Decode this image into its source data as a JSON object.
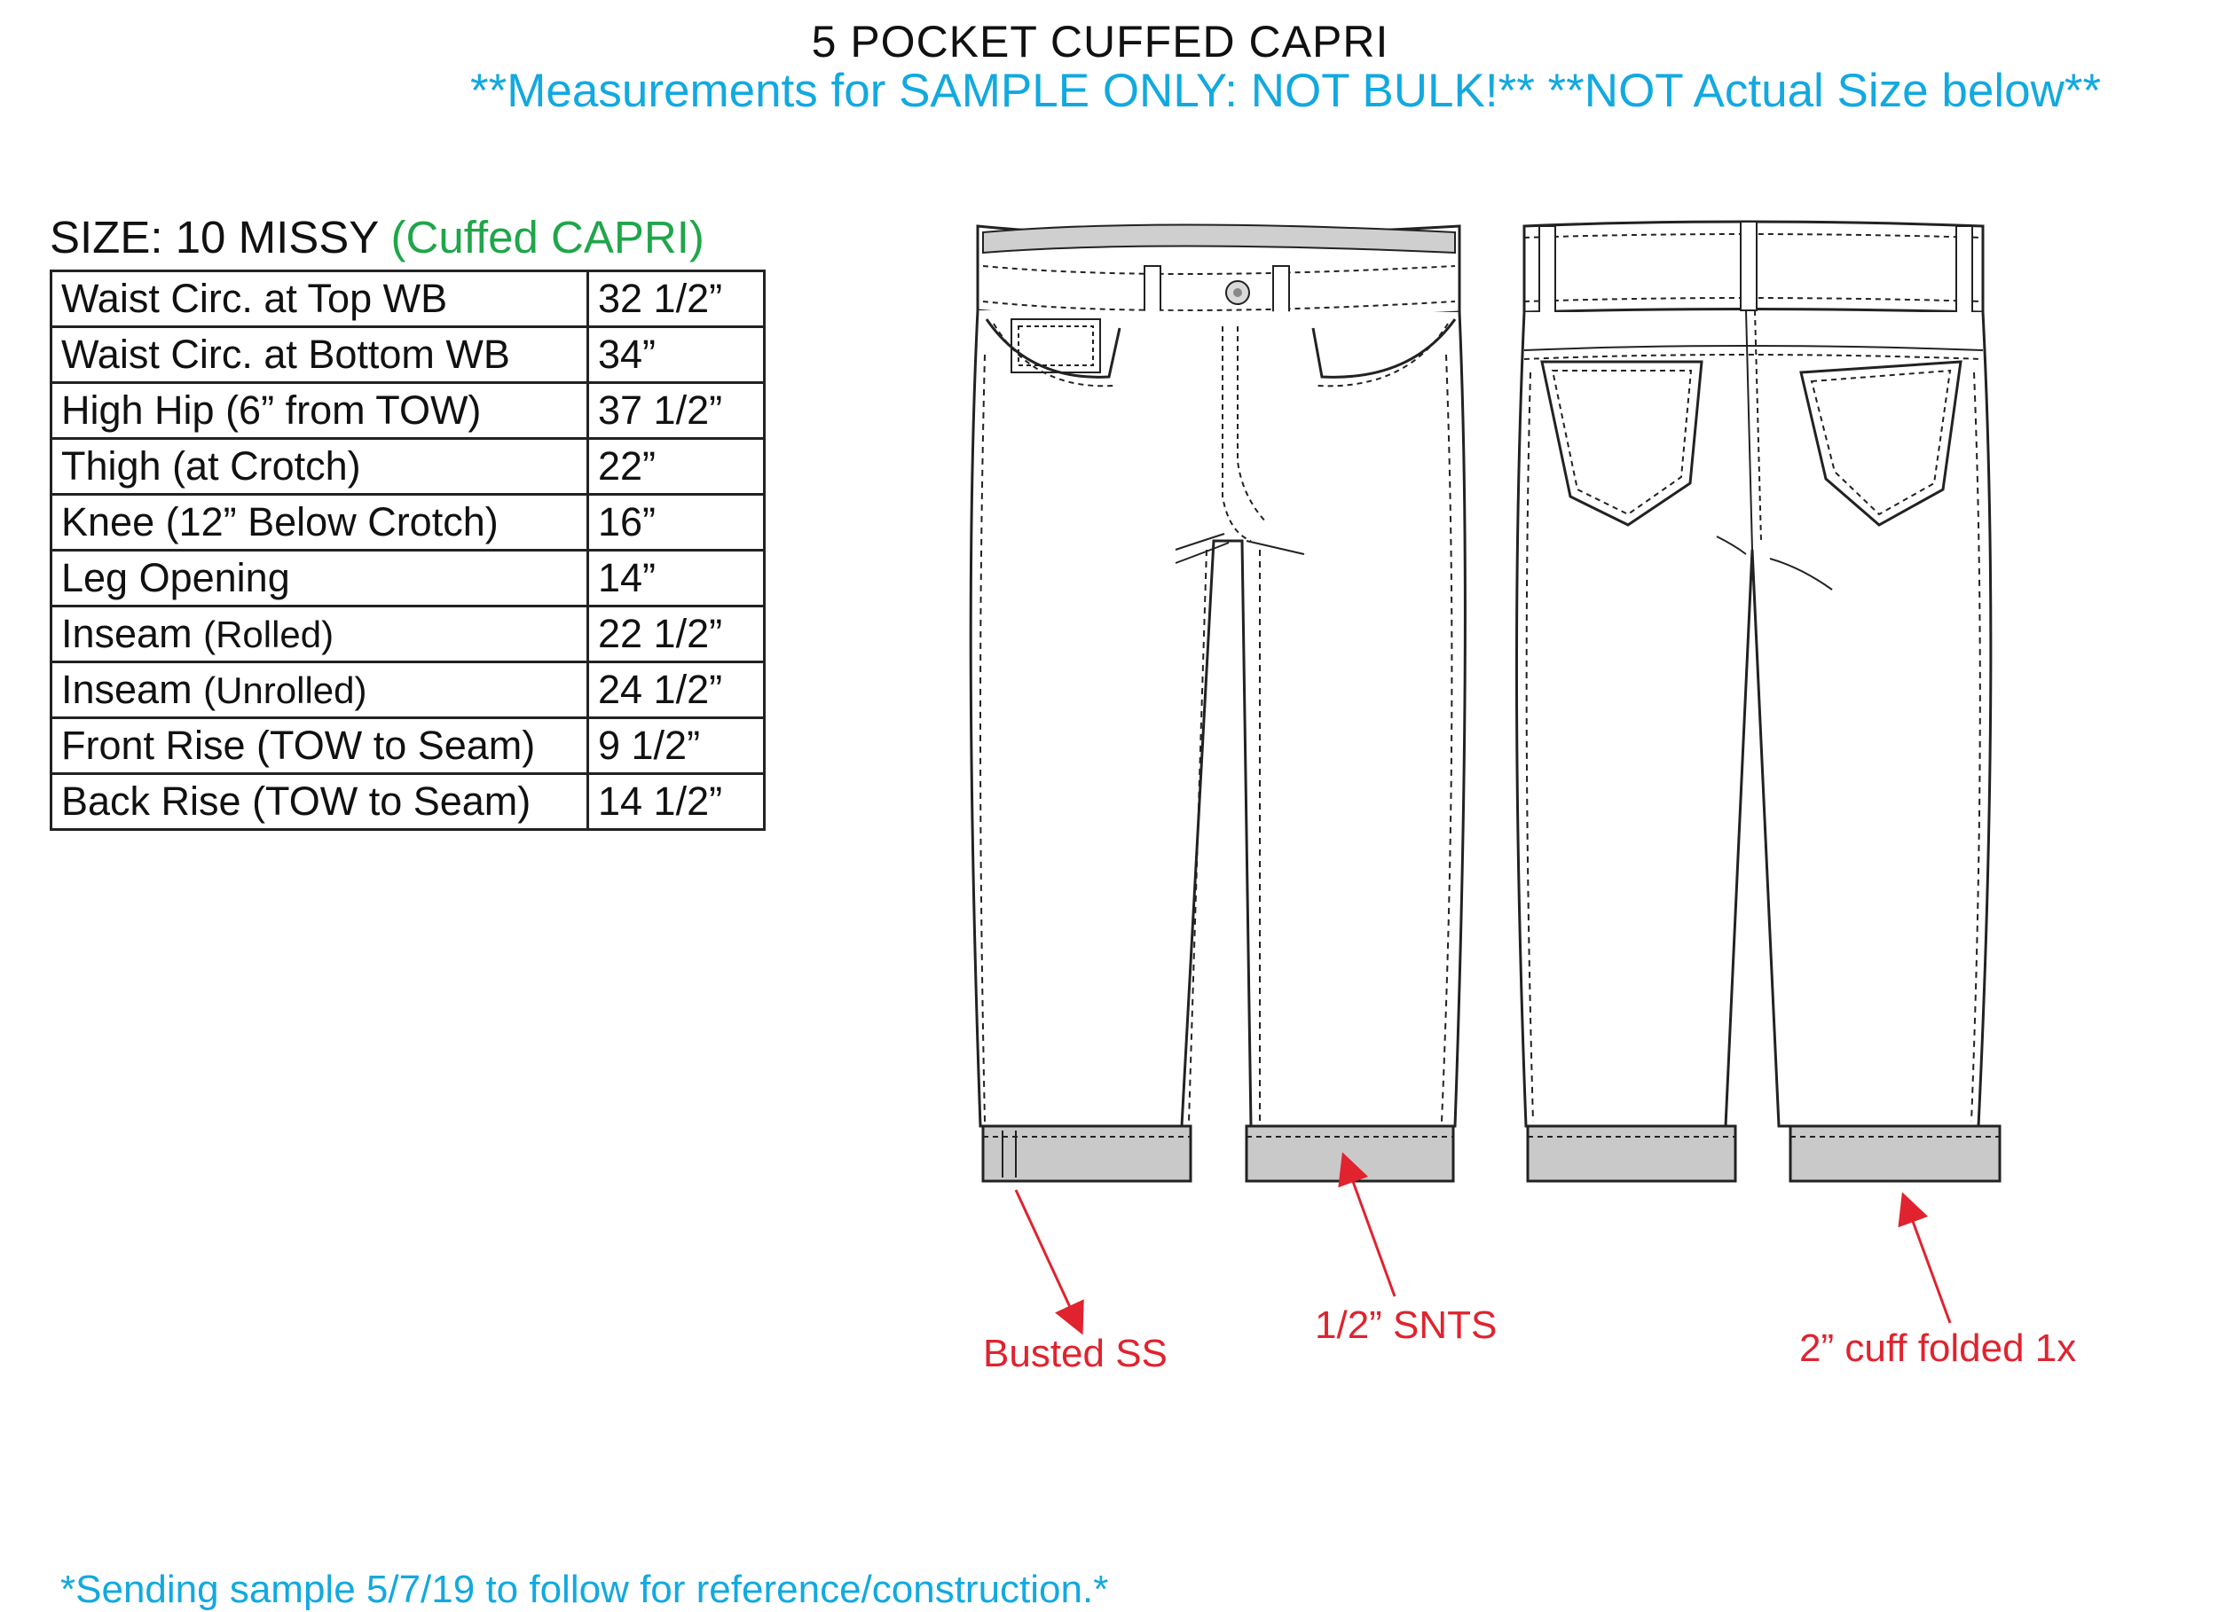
{
  "header": {
    "title": "5 POCKET CUFFED CAPRI",
    "subtitle": "**Measurements for SAMPLE ONLY: NOT BULK!** **NOT Actual Size below**"
  },
  "size": {
    "prefix": "SIZE: 10 MISSY",
    "style": "(Cuffed CAPRI)"
  },
  "measurements": [
    {
      "label": "Waist Circ. at Top WB",
      "note": "",
      "value": "32 1/2”"
    },
    {
      "label": "Waist Circ. at Bottom WB",
      "note": "",
      "value": "34”"
    },
    {
      "label": "High Hip (6” from TOW)",
      "note": "",
      "value": "37 1/2”"
    },
    {
      "label": "Thigh (at Crotch)",
      "note": "",
      "value": "22”"
    },
    {
      "label": "Knee (12” Below Crotch)",
      "note": "",
      "value": "16”"
    },
    {
      "label": "Leg Opening",
      "note": "",
      "value": "14”"
    },
    {
      "label": "Inseam",
      "note": "(Rolled)",
      "value": "22 1/2”"
    },
    {
      "label": "Inseam",
      "note": "(Unrolled)",
      "value": "24 1/2”"
    },
    {
      "label": "Front Rise (TOW to Seam)",
      "note": "",
      "value": "9 1/2”"
    },
    {
      "label": "Back Rise (TOW to Seam)",
      "note": "",
      "value": "14 1/2”"
    }
  ],
  "callouts": {
    "busted_ss": "Busted SS",
    "snts": "1/2” SNTS",
    "cuff": "2” cuff folded 1x"
  },
  "footnote": "*Sending sample 5/7/19 to follow for reference/construction.*",
  "colors": {
    "accent_blue": "#12a9e0",
    "accent_green": "#1fa64a",
    "callout_red": "#e0232e",
    "cuff_gray": "#c9c9c9"
  }
}
